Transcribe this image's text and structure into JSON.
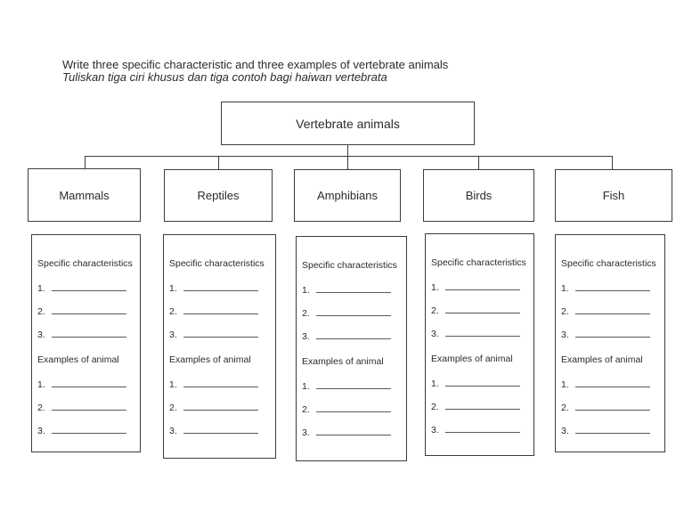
{
  "header": {
    "instruction_en": "Write three specific characteristic and three examples of vertebrate animals",
    "instruction_ms": "Tuliskan tiga ciri khusus dan tiga contoh bagi haiwan vertebrata"
  },
  "diagram": {
    "root_label": "Vertebrate animals",
    "categories": [
      "Mammals",
      "Reptiles",
      "Amphibians",
      "Birds",
      "Fish"
    ],
    "detail_card": {
      "sections": [
        {
          "heading": "Specific characteristics",
          "items": [
            "1.",
            "2.",
            "3."
          ]
        },
        {
          "heading": "Examples of animal",
          "items": [
            "1.",
            "2.",
            "3."
          ]
        }
      ]
    }
  },
  "colors": {
    "background": "#ffffff",
    "text": "#2b2b2b",
    "line": "#3c3c3c",
    "blank_underline": "#595959"
  }
}
